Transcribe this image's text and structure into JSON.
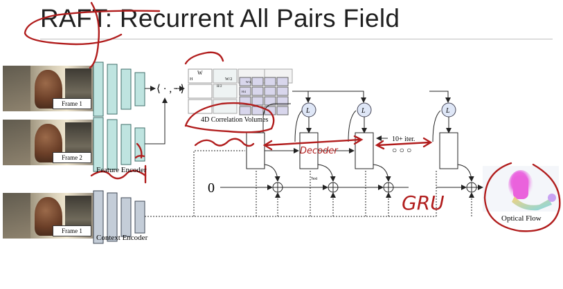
{
  "slide": {
    "title": "RAFT: Recurrent All Pairs Field"
  },
  "frames": [
    {
      "label": "Frame 1"
    },
    {
      "label": "Frame 2"
    },
    {
      "label": "Frame 1"
    }
  ],
  "captions": {
    "feature_encoder": "Feature Encoder",
    "context_encoder": "Context Encoder",
    "correlation": "4D Correlation Volumes",
    "optical_flow": "Optical Flow",
    "iterations": "10+ iter.",
    "initial_flow": "0",
    "inner_product": "⟨ · , · ⟩",
    "lookup": "L",
    "dots": "○ ○ ○",
    "text_tag": "Text"
  },
  "volume_labels": {
    "w": "W",
    "h": "H",
    "w2": "W/2",
    "h2": "H/2",
    "w4": "W/4",
    "h4": "H/4"
  },
  "annotations": {
    "decoder": "Decoder",
    "gru": "GRU"
  },
  "colors": {
    "feature_encoder": "#bfe4e0",
    "context_encoder": "#c4cdd8",
    "correlation_cell": "#d8d6ec",
    "lookup_circle": "#dfe7f7",
    "ink": "#b11d1d"
  }
}
